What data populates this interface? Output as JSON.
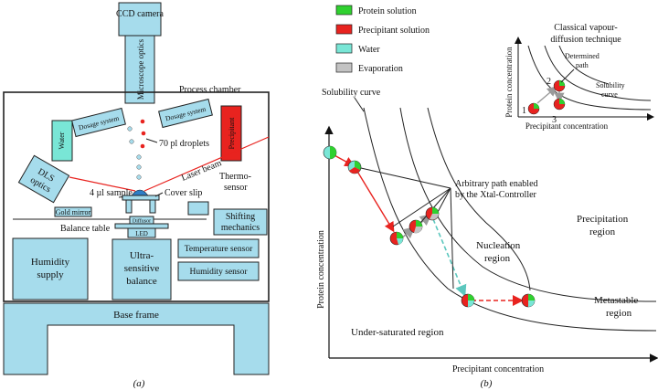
{
  "panel_a": {
    "caption": "(a)",
    "ccd": "CCD camera",
    "microscope": "Microscope optics",
    "process_chamber": "Process chamber",
    "water": "Water",
    "dosage_left": "Dosage system",
    "dosage_right": "Dosage system",
    "precipitant": "Precipitant",
    "droplets": "70 pl droplets",
    "sample": "4 µl sample",
    "laser": "Laser beam",
    "dls_line1": "DLS",
    "dls_line2": "optics",
    "cover_slip": "Cover slip",
    "thermo_line1": "Thermo-",
    "thermo_line2": "sensor",
    "gold_mirror": "Gold mirror",
    "diffusor": "Diffusor",
    "led": "LED",
    "shifting_line1": "Shifting",
    "shifting_line2": "mechanics",
    "balance_table": "Balance table",
    "humidity_supply_line1": "Humidity",
    "humidity_supply_line2": "supply",
    "balance_line1": "Ultra-",
    "balance_line2": "sensitive",
    "balance_line3": "balance",
    "temperature_sensor": "Temperature sensor",
    "humidity_sensor": "Humidity sensor",
    "base_frame": "Base frame"
  },
  "panel_b": {
    "caption": "(b)",
    "legend": [
      {
        "label": "Protein solution",
        "color": "#2fd12f"
      },
      {
        "label": "Precipitant solution",
        "color": "#e8231f"
      },
      {
        "label": "Water",
        "color": "#79e6d6"
      },
      {
        "label": "Evaporation",
        "color": "#c3c3c3"
      }
    ],
    "solubility_curve": "Solubility curve",
    "arbitrary_line1": "Arbitrary path enabled",
    "arbitrary_line2": "by the Xtal-Controller",
    "precipitation_line1": "Precipitation",
    "precipitation_line2": "region",
    "nucleation_line1": "Nucleation",
    "nucleation_line2": "region",
    "metastable_line1": "Metastable",
    "metastable_line2": "region",
    "undersaturated": "Under-saturated region",
    "ylabel": "Protein concentration",
    "xlabel": "Precipitant concentration",
    "inset": {
      "title_line1": "Classical vapour-",
      "title_line2": "diffusion technique",
      "determined_line1": "Determined",
      "determined_line2": "path",
      "solubility_line1": "Solubility",
      "solubility_line2": "curve",
      "ylabel": "Protein concentration",
      "xlabel": "Precipitant concentration",
      "point_1": "1",
      "point_2": "2",
      "point_3": "3"
    }
  }
}
